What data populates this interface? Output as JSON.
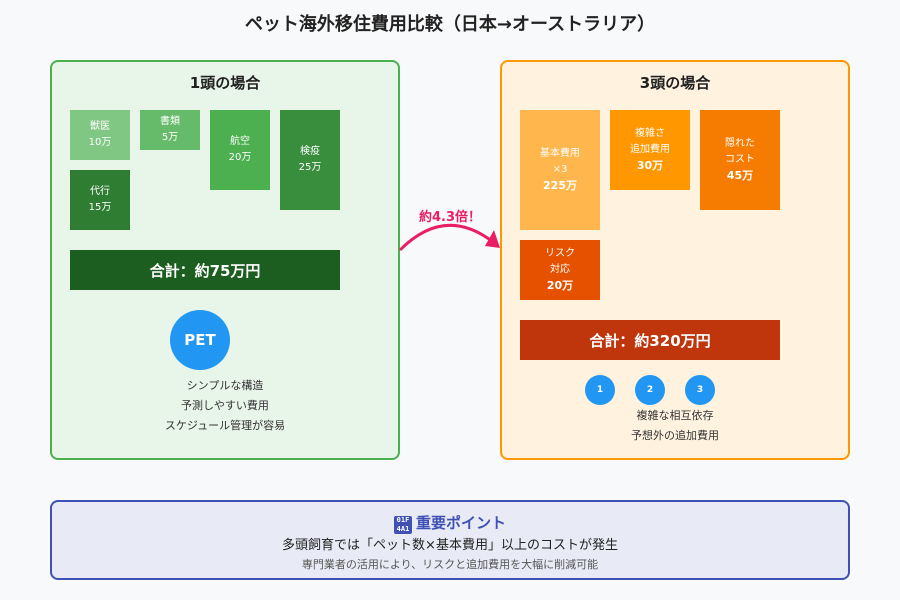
{
  "title": "ペット海外移住費用比較（日本→オーストラリア）",
  "left": {
    "title": "1頭の場合",
    "boxes": [
      {
        "label": "獣医",
        "value": "10万"
      },
      {
        "label": "書類",
        "value": "5万"
      },
      {
        "label": "航空",
        "value": "20万"
      },
      {
        "label": "検疫",
        "value": "25万"
      },
      {
        "label": "代行",
        "value": "15万"
      }
    ],
    "total": "合計：約75万円",
    "pet_label": "PET",
    "notes": [
      "シンプルな構造",
      "予測しやすい費用",
      "スケジュール管理が容易"
    ]
  },
  "arrow_label": "約4.3倍！",
  "right": {
    "title": "3頭の場合",
    "boxes": [
      {
        "label1": "基本費用",
        "label2": "×3",
        "value": "225万"
      },
      {
        "label1": "複雑さ",
        "label2": "追加費用",
        "value": "30万"
      },
      {
        "label1": "隠れた",
        "label2": "コスト",
        "value": "45万"
      },
      {
        "label1": "リスク",
        "label2": "対応",
        "value": "20万"
      }
    ],
    "total": "合計：約320万円",
    "circles": [
      "1",
      "2",
      "3"
    ],
    "notes": [
      "複雑な相互依存",
      "予想外の追加費用"
    ]
  },
  "point": {
    "icon_text": "01F4A1",
    "title": "重要ポイント",
    "line1": "多頭飼育では「ペット数×基本費用」以上のコストが発生",
    "line2": "専門業者の活用により、リスクと追加費用を大幅に削減可能"
  }
}
